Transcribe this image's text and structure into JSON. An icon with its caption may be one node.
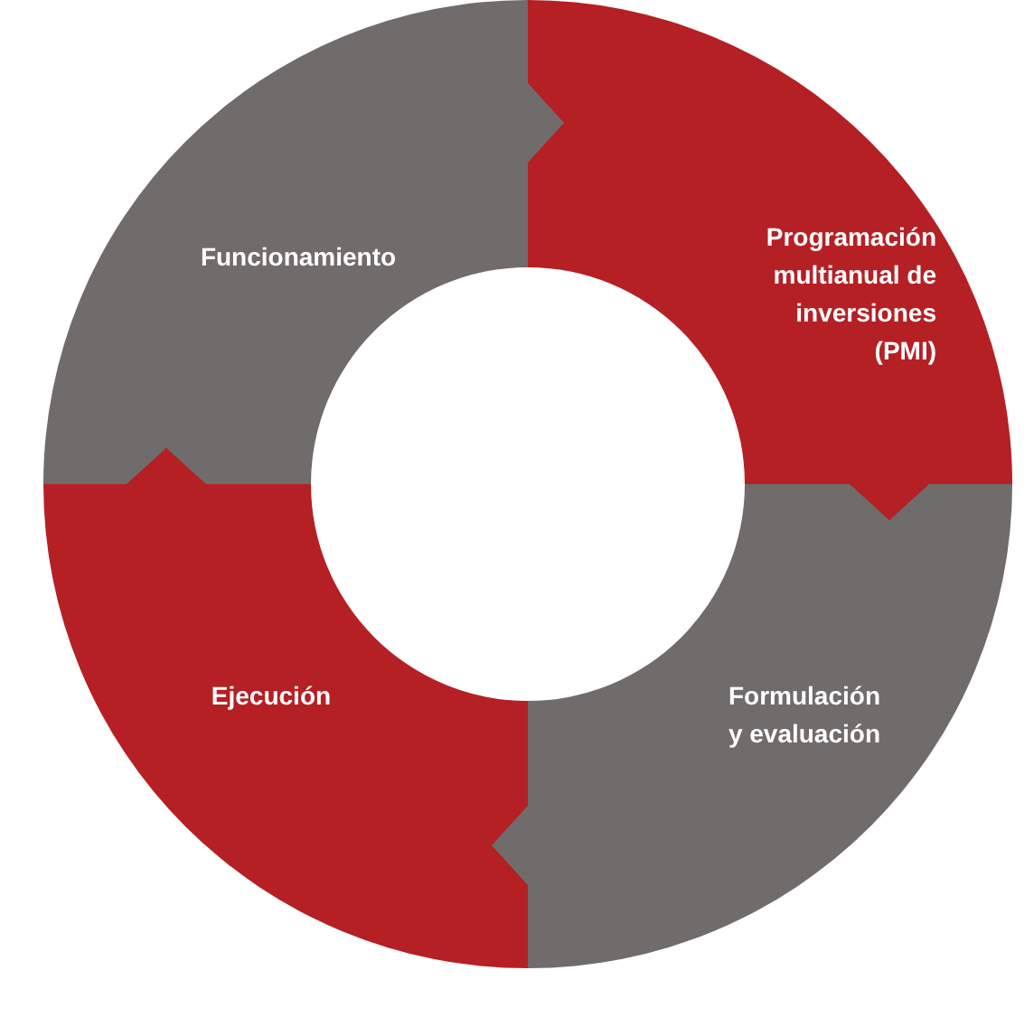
{
  "diagram": {
    "nodes": [
      {
        "text": [
          "Funcionamiento"
        ]
      },
      {
        "text": [
          "Programación multianual de inversiones (PMI)"
        ]
      },
      {
        "text": [
          "Ejecución"
        ]
      },
      {
        "text": [
          "Formulación y evaluación"
        ]
      }
    ],
    "edges": [
      {
        "from": 0,
        "to": 1,
        "arrow": "to"
      },
      {
        "from": 1,
        "to": 3,
        "arrow": "to"
      },
      {
        "from": 3,
        "to": 2,
        "arrow": "to"
      },
      {
        "from": 2,
        "to": 0,
        "arrow": "to"
      }
    ]
  }
}
